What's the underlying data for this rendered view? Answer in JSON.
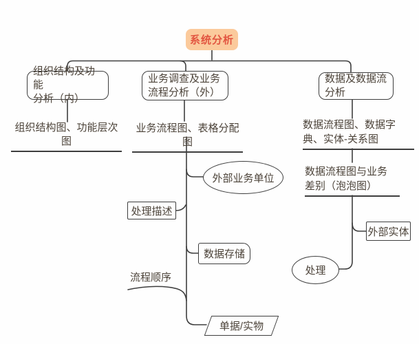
{
  "colors": {
    "root_fill": "#fbca9c",
    "root_text": "#e25540",
    "line": "#3e3e3e",
    "text": "#4c4339",
    "background": "#fefefe"
  },
  "nodes": {
    "root": {
      "label": "系统分析"
    },
    "org_analysis": {
      "line1": "组织结构及功能",
      "line2": "分析（内）"
    },
    "biz_analysis": {
      "line1": "业务调查及业务",
      "line2": "流程分析（外）"
    },
    "data_analysis": {
      "line1": "数据及数据流",
      "line2": "分析"
    },
    "org_outputs": {
      "label": "组织结构图、功能层次图"
    },
    "biz_outputs": {
      "label": "业务流程图、表格分配图"
    },
    "data_outputs": {
      "line1": "数据流程图、数据字",
      "line2": "典、实体-关系图"
    },
    "external_unit": {
      "label": "外部业务单位"
    },
    "process_desc": {
      "label": "处理描述"
    },
    "data_store": {
      "label": "数据存储"
    },
    "flow_order": {
      "label": "流程顺序"
    },
    "doc_item": {
      "label": "单据/实物"
    },
    "dfd_diff": {
      "line1": "数据流程图与业务",
      "line2": "差别（泡泡图）"
    },
    "external_entity": {
      "label": "外部实体"
    },
    "process": {
      "label": "处理"
    }
  }
}
